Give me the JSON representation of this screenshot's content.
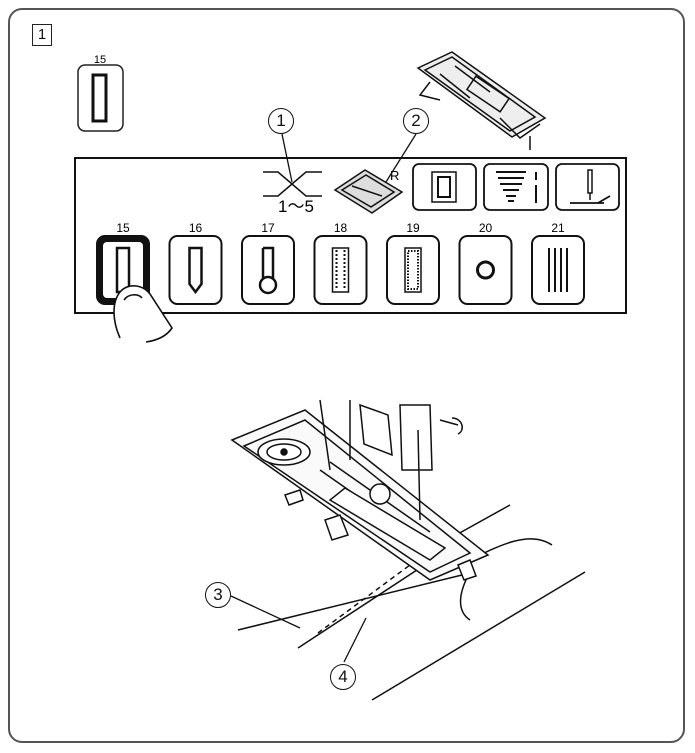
{
  "step": {
    "number": "1"
  },
  "selected_preview": {
    "number": "15"
  },
  "panel": {
    "width_label": "1～5",
    "r_label": "R",
    "patterns": [
      {
        "number": "15",
        "icon": "square-buttonhole-icon",
        "selected": true
      },
      {
        "number": "16",
        "icon": "rounded-buttonhole-icon",
        "selected": false
      },
      {
        "number": "17",
        "icon": "keyhole-buttonhole-icon",
        "selected": false
      },
      {
        "number": "18",
        "icon": "stretch-buttonhole-icon",
        "selected": false
      },
      {
        "number": "19",
        "icon": "satin-buttonhole-icon",
        "selected": false
      },
      {
        "number": "20",
        "icon": "eyelet-icon",
        "selected": false
      },
      {
        "number": "21",
        "icon": "darning-icon",
        "selected": false
      }
    ]
  },
  "callouts": [
    "1",
    "2",
    "3",
    "4"
  ]
}
